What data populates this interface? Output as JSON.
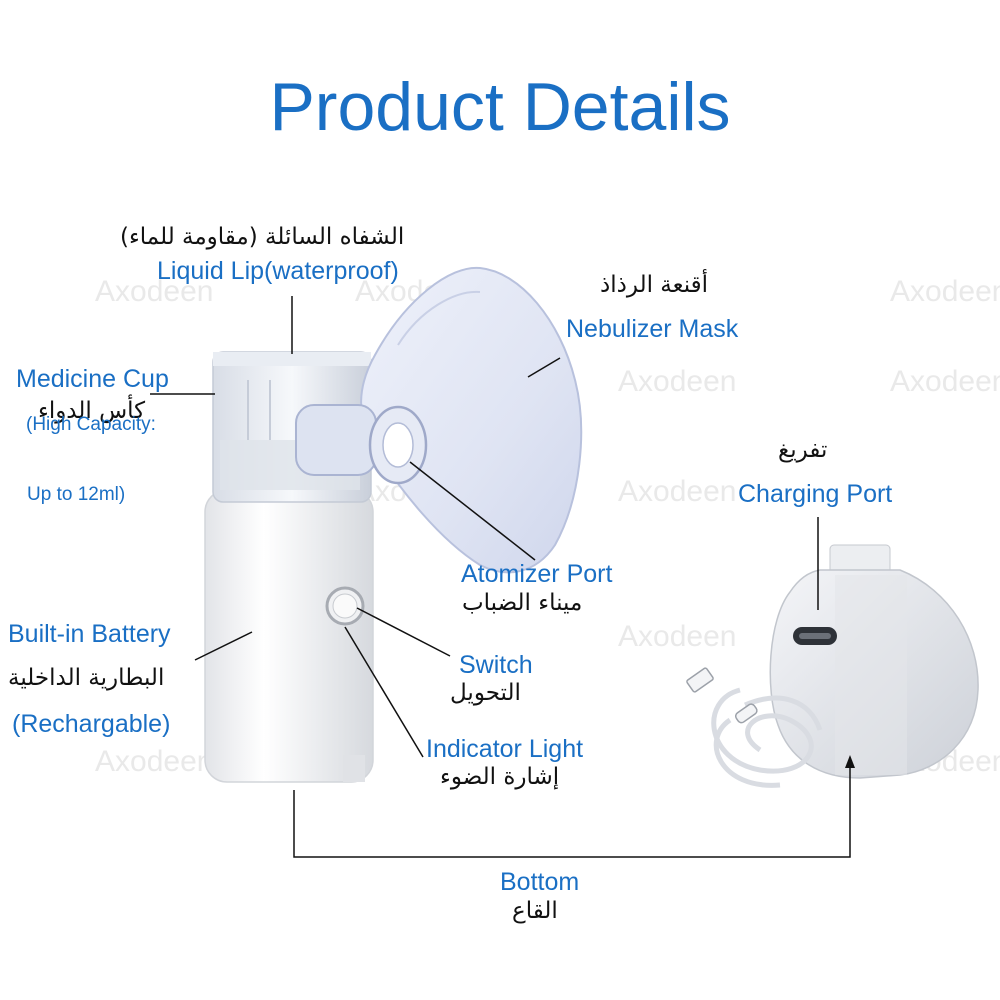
{
  "header": {
    "title": "Product Details"
  },
  "watermark": {
    "text": "Axodeen"
  },
  "labels": {
    "liquid_lip": {
      "en": "Liquid Lip(waterproof)",
      "ar": "الشفاه السائلة (مقاومة للماء)"
    },
    "nebulizer_mask": {
      "en": "Nebulizer Mask",
      "ar": "أقنعة الرذاذ"
    },
    "medicine_cup": {
      "en": "Medicine Cup",
      "ar": "كأس الدواء",
      "note1": "(High Capacity:",
      "note2": "Up to 12ml)"
    },
    "charging_port": {
      "en": "Charging Port",
      "ar": "تفريغ"
    },
    "atomizer_port": {
      "en": "Atomizer Port",
      "ar": "ميناء الضباب"
    },
    "built_in_battery": {
      "en": "Built-in Battery",
      "ar": "البطارية الداخلية",
      "note": "(Rechargable)"
    },
    "switch": {
      "en": "Switch",
      "ar": "التحويل"
    },
    "indicator_light": {
      "en": "Indicator Light",
      "ar": "إشارة الضوء"
    },
    "bottom": {
      "en": "Bottom",
      "ar": "القاع"
    }
  },
  "colors": {
    "accent": "#1a6fc4",
    "text_dark": "#111111",
    "watermark": "#e9e9e9"
  }
}
